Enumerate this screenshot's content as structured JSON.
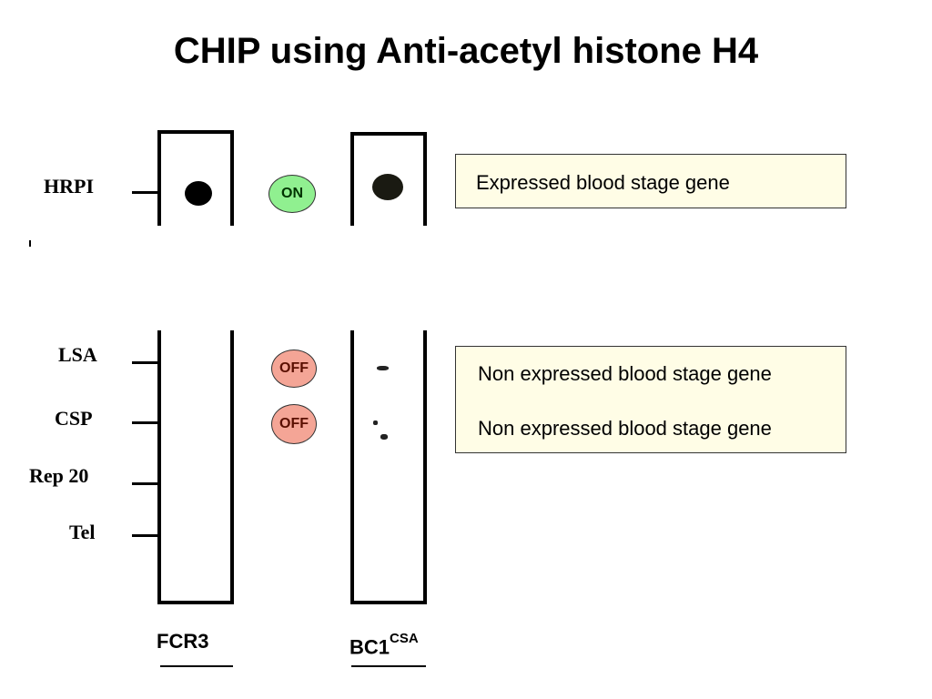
{
  "title": "CHIP using Anti-acetyl histone H4",
  "genes": {
    "hrpi": "HRPI",
    "lsa": "LSA",
    "csp": "CSP",
    "rep20": "Rep 20",
    "tel": "Tel"
  },
  "badges": {
    "hrpi": "ON",
    "lsa": "OFF",
    "csp": "OFF"
  },
  "notes": {
    "expressed": "Expressed blood stage gene",
    "non_expressed_lsa": "Non expressed blood stage gene",
    "non_expressed_csp": "Non expressed blood stage gene"
  },
  "lanes": {
    "fcr3": "FCR3",
    "bc1_main": "BC1",
    "bc1_sup": "CSA"
  },
  "colors": {
    "on_badge": "#90f090",
    "off_badge": "#f4a596",
    "note_bg": "#fffde6"
  }
}
